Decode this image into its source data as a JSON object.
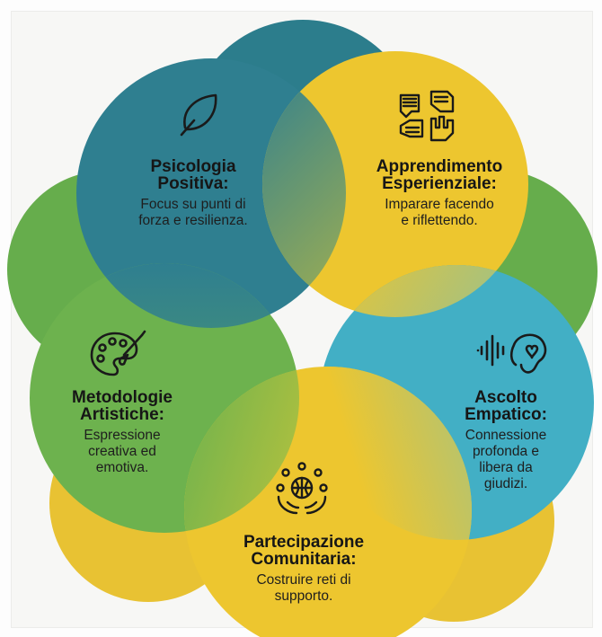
{
  "colors": {
    "teal_dark": "#2f7f90",
    "yellow": "#edc62f",
    "green": "#6db24e",
    "cyan": "#42afc5"
  },
  "sections": [
    {
      "id": "psicologia-positiva",
      "title_lines": [
        "Psicologia",
        "Positiva:"
      ],
      "desc_lines": [
        "Focus su punti di",
        "forza e resilienza."
      ],
      "icon": "leaf-icon"
    },
    {
      "id": "apprendimento-esperienziale",
      "title_lines": [
        "Apprendimento",
        "Esperienziale:"
      ],
      "desc_lines": [
        "Imparare facendo",
        "e riflettendo."
      ],
      "icon": "hands-circle-icon"
    },
    {
      "id": "metodologie-artistiche",
      "title_lines": [
        "Metodologie",
        "Artistiche:"
      ],
      "desc_lines": [
        "Espressione",
        "creativa ed",
        "emotiva."
      ],
      "icon": "palette-icon"
    },
    {
      "id": "ascolto-empatico",
      "title_lines": [
        "Ascolto",
        "Empatico:"
      ],
      "desc_lines": [
        "Connessione",
        "profonda e",
        "libera da",
        "giudizi."
      ],
      "icon": "ear-heart-icon"
    },
    {
      "id": "partecipazione-comunitaria",
      "title_lines": [
        "Partecipazione",
        "Comunitaria:"
      ],
      "desc_lines": [
        "Costruire reti di",
        "supporto."
      ],
      "icon": "community-globe-icon"
    }
  ]
}
